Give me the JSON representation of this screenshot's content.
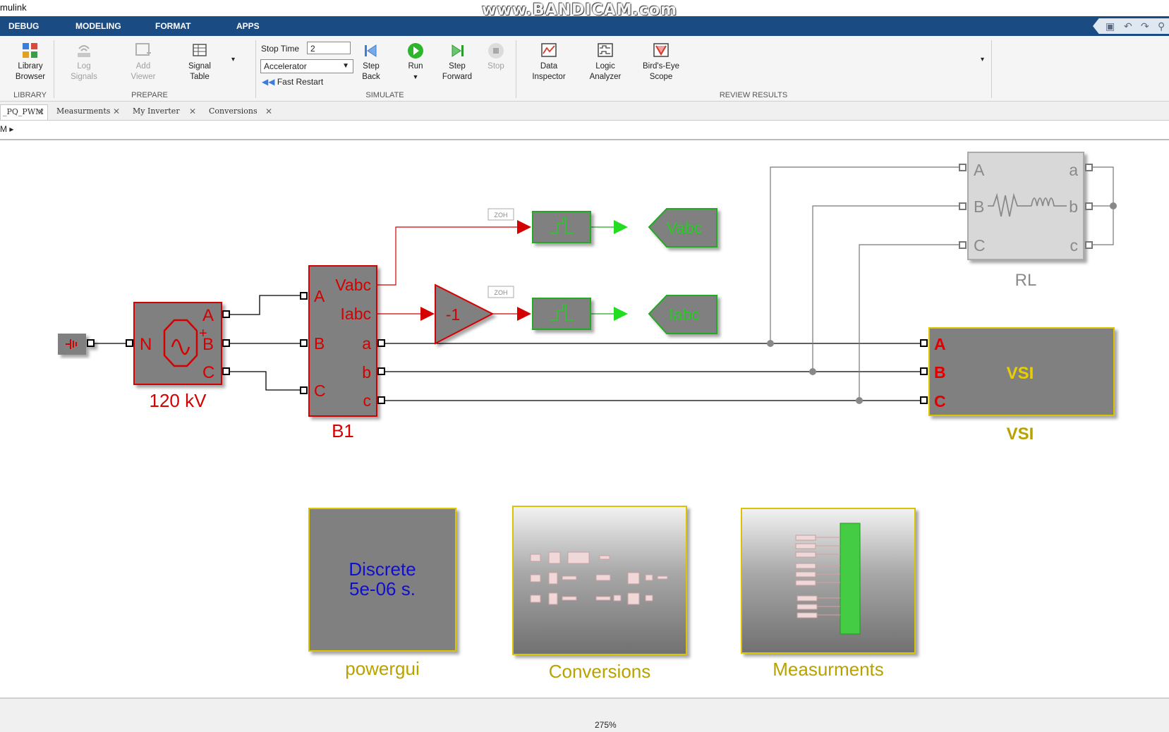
{
  "window": {
    "title": "mulink",
    "watermark": "www.BANDICAM.com"
  },
  "menu": {
    "tabs": [
      "DEBUG",
      "MODELING",
      "FORMAT",
      "APPS"
    ]
  },
  "toolstrip": {
    "library": {
      "label": "LIBRARY",
      "library_browser": "Library\nBrowser"
    },
    "prepare": {
      "label": "PREPARE",
      "log_signals": "Log\nSignals",
      "add_viewer": "Add\nViewer",
      "signal_table": "Signal\nTable"
    },
    "simulate": {
      "label": "SIMULATE",
      "stop_time_label": "Stop Time",
      "stop_time_value": "2",
      "mode": "Accelerator",
      "fast_restart": "Fast Restart",
      "step_back": "Step\nBack",
      "run": "Run",
      "step_forward": "Step\nForward",
      "stop": "Stop"
    },
    "review": {
      "label": "REVIEW RESULTS",
      "data_inspector": "Data\nInspector",
      "logic_analyzer": "Logic\nAnalyzer",
      "birds_eye": "Bird's-Eye\nScope"
    }
  },
  "model_tabs": [
    {
      "label": "_PQ_PWM",
      "active": true
    },
    {
      "label": "Measurments",
      "active": false
    },
    {
      "label": "My Inverter",
      "active": false
    },
    {
      "label": "Conversions",
      "active": false
    }
  ],
  "breadcrumb": "M",
  "diagram": {
    "source": {
      "name": "120 kV",
      "ports": [
        "A",
        "B",
        "C"
      ],
      "neutral": "N"
    },
    "measurement": {
      "name": "B1",
      "inputs": [
        "A",
        "B",
        "C"
      ],
      "outputs_left": [
        "Vabc",
        "Iabc"
      ],
      "outputs_right": [
        "a",
        "b",
        "c"
      ]
    },
    "gain": {
      "value": "-1"
    },
    "zoh_label": "ZOH",
    "goto_vabc": "Vabc",
    "goto_iabc": "Iabc",
    "rl": {
      "name": "RL",
      "inputs": [
        "A",
        "B",
        "C"
      ],
      "outputs": [
        "a",
        "b",
        "c"
      ]
    },
    "vsi": {
      "name": "VSI",
      "title": "VSI",
      "ports": [
        "A",
        "B",
        "C"
      ]
    },
    "powergui": {
      "name": "powergui",
      "line1": "Discrete",
      "line2": "5e-06 s."
    },
    "conversions": {
      "name": "Conversions"
    },
    "measurments": {
      "name": "Measurments"
    }
  },
  "status": {
    "zoom": "275%"
  },
  "colors": {
    "menu_bg": "#1a4b82",
    "block_red": "#d40000",
    "block_green": "#22aa22",
    "vsi_yellow": "#c8a800",
    "block_gray": "#808080"
  }
}
